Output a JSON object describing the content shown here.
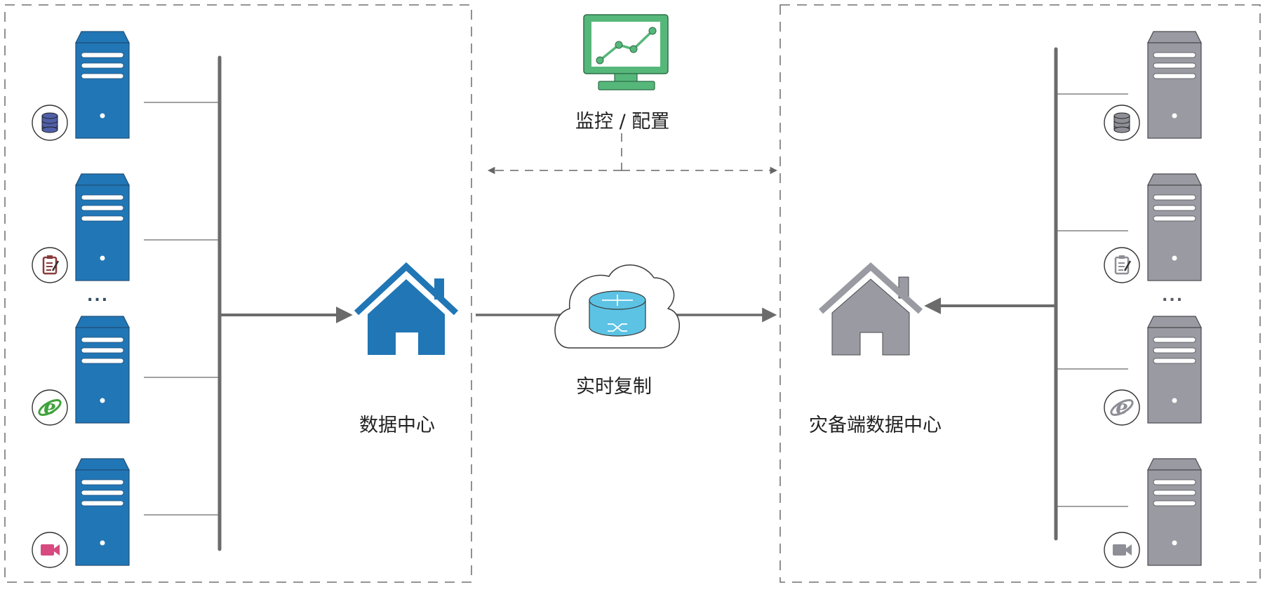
{
  "labels": {
    "monitor": "监控 / 配置",
    "replication": "实时复制",
    "primary_dc": "数据中心",
    "dr_dc": "灾备端数据中心",
    "ellipsis": "..."
  },
  "colors": {
    "primary": "#2176b5",
    "backup": "#9a9aa2",
    "monitor": "#56b77a",
    "router": "#5cc3e4",
    "line": "#6b6b6b",
    "dash": "#555555"
  },
  "primary_servers": [
    {
      "id": "db-server",
      "icon": "database-icon"
    },
    {
      "id": "document-server",
      "icon": "document-icon"
    },
    {
      "id": "web-server",
      "icon": "internet-explorer-icon"
    },
    {
      "id": "video-server",
      "icon": "video-camera-icon"
    }
  ],
  "backup_servers": [
    {
      "id": "db-server",
      "icon": "database-icon"
    },
    {
      "id": "document-server",
      "icon": "document-icon"
    },
    {
      "id": "web-server",
      "icon": "internet-explorer-icon"
    },
    {
      "id": "video-server",
      "icon": "video-camera-icon"
    }
  ]
}
